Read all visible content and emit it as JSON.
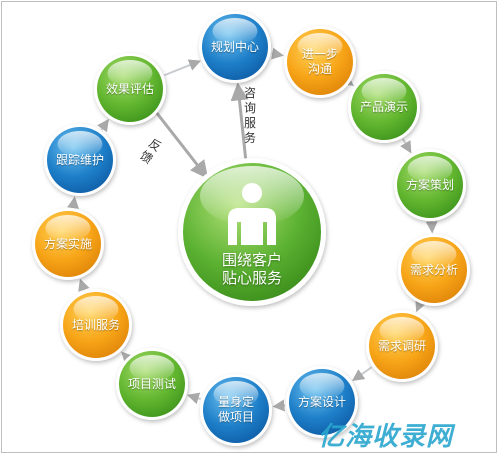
{
  "center": {
    "label": "围绕客户\n贴心服务",
    "icon": "person-icon"
  },
  "nodes": [
    {
      "id": "planning-center",
      "label": "规划中心",
      "color": "blue"
    },
    {
      "id": "further-communication",
      "label": "进一步\n沟通",
      "color": "orange"
    },
    {
      "id": "product-demo",
      "label": "产品演示",
      "color": "green"
    },
    {
      "id": "solution-planning",
      "label": "方案策划",
      "color": "green"
    },
    {
      "id": "requirement-analysis",
      "label": "需求分析",
      "color": "orange"
    },
    {
      "id": "requirement-research",
      "label": "需求调研",
      "color": "orange"
    },
    {
      "id": "solution-design",
      "label": "方案设计",
      "color": "blue"
    },
    {
      "id": "custom-project",
      "label": "量身定\n做项目",
      "color": "blue"
    },
    {
      "id": "project-testing",
      "label": "项目测试",
      "color": "green"
    },
    {
      "id": "training-service",
      "label": "培训服务",
      "color": "orange"
    },
    {
      "id": "solution-implementation",
      "label": "方案实施",
      "color": "orange"
    },
    {
      "id": "tracking-maintenance",
      "label": "跟踪维护",
      "color": "blue"
    },
    {
      "id": "effect-evaluation",
      "label": "效果评估",
      "color": "green"
    }
  ],
  "edge_labels": {
    "consult": "咨\n询\n服\n务",
    "feedback": "反\n馈"
  },
  "colors": {
    "blue": [
      "#6fc3f0",
      "#1e7fc9",
      "#0f5fa8"
    ],
    "orange": [
      "#ffd35a",
      "#f7a417",
      "#e0860a"
    ],
    "green": [
      "#a6dc6c",
      "#62b62f",
      "#3f961d"
    ],
    "center": [
      "#b4e27a",
      "#5cb232",
      "#3c8f1c"
    ],
    "arrow": "#a9a9a9",
    "ring": "#c8ccd0"
  },
  "watermark": "亿海收录网"
}
